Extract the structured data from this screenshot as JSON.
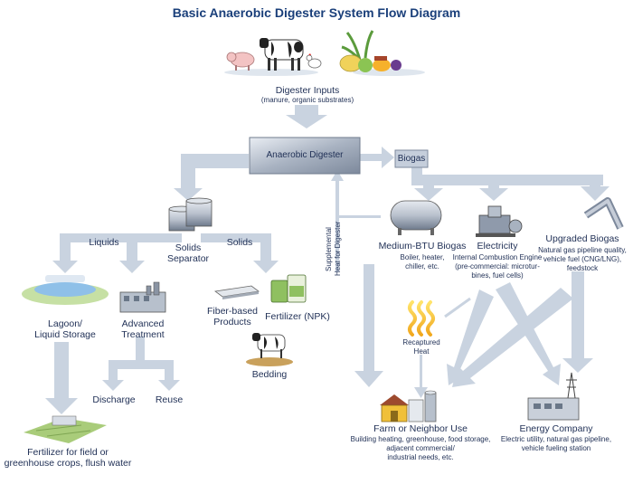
{
  "title": "Basic Anaerobic Digester System Flow Diagram",
  "inputs": {
    "label": "Digester Inputs",
    "sublabel": "(manure, organic substrates)"
  },
  "digester": {
    "label": "Anaerobic Digester"
  },
  "biogas": {
    "label": "Biogas"
  },
  "separator": {
    "label_line1": "Solids",
    "label_line2": "Separator",
    "liquids": "Liquids",
    "solids": "Solids"
  },
  "supplemental_heat": {
    "line1": "Supplemental",
    "line2": "Heat for Digester"
  },
  "lagoon": {
    "line1": "Lagoon/",
    "line2": "Liquid Storage"
  },
  "advanced": {
    "line1": "Advanced",
    "line2": "Treatment"
  },
  "discharge": "Discharge",
  "reuse": "Reuse",
  "fiber": {
    "line1": "Fiber-based",
    "line2": "Products"
  },
  "fertilizer_npk": "Fertilizer (NPK)",
  "bedding": "Bedding",
  "fertilizer_field": {
    "line1": "Fertilizer for field or",
    "line2": "greenhouse crops, flush water"
  },
  "medium_btu": {
    "label": "Medium-BTU Biogas",
    "line1": "Boiler, heater,",
    "line2": "chiller, etc."
  },
  "electricity": {
    "label": "Electricity",
    "line1": "Internal Combustion Engine",
    "line2": "(pre-commercial: microtur-",
    "line3": "bines, fuel cells)"
  },
  "upgraded": {
    "label": "Upgraded Biogas",
    "line1": "Natural gas pipeline quality,",
    "line2": "vehicle fuel (CNG/LNG),",
    "line3": "feedstock"
  },
  "recaptured": {
    "line1": "Recaptured",
    "line2": "Heat"
  },
  "farm": {
    "label": "Farm or Neighbor Use",
    "line1": "Building heating, greenhouse, food storage,",
    "line2": "adjacent commercial/",
    "line3": "industrial needs, etc."
  },
  "energy": {
    "label": "Energy Company",
    "line1": "Electric utility, natural gas pipeline,",
    "line2": "vehicle fueling station"
  },
  "colors": {
    "arrow": "#c9d3e0",
    "title": "#1a3f7a",
    "text": "#1f2f55",
    "digester_box": "#8f9aab"
  }
}
